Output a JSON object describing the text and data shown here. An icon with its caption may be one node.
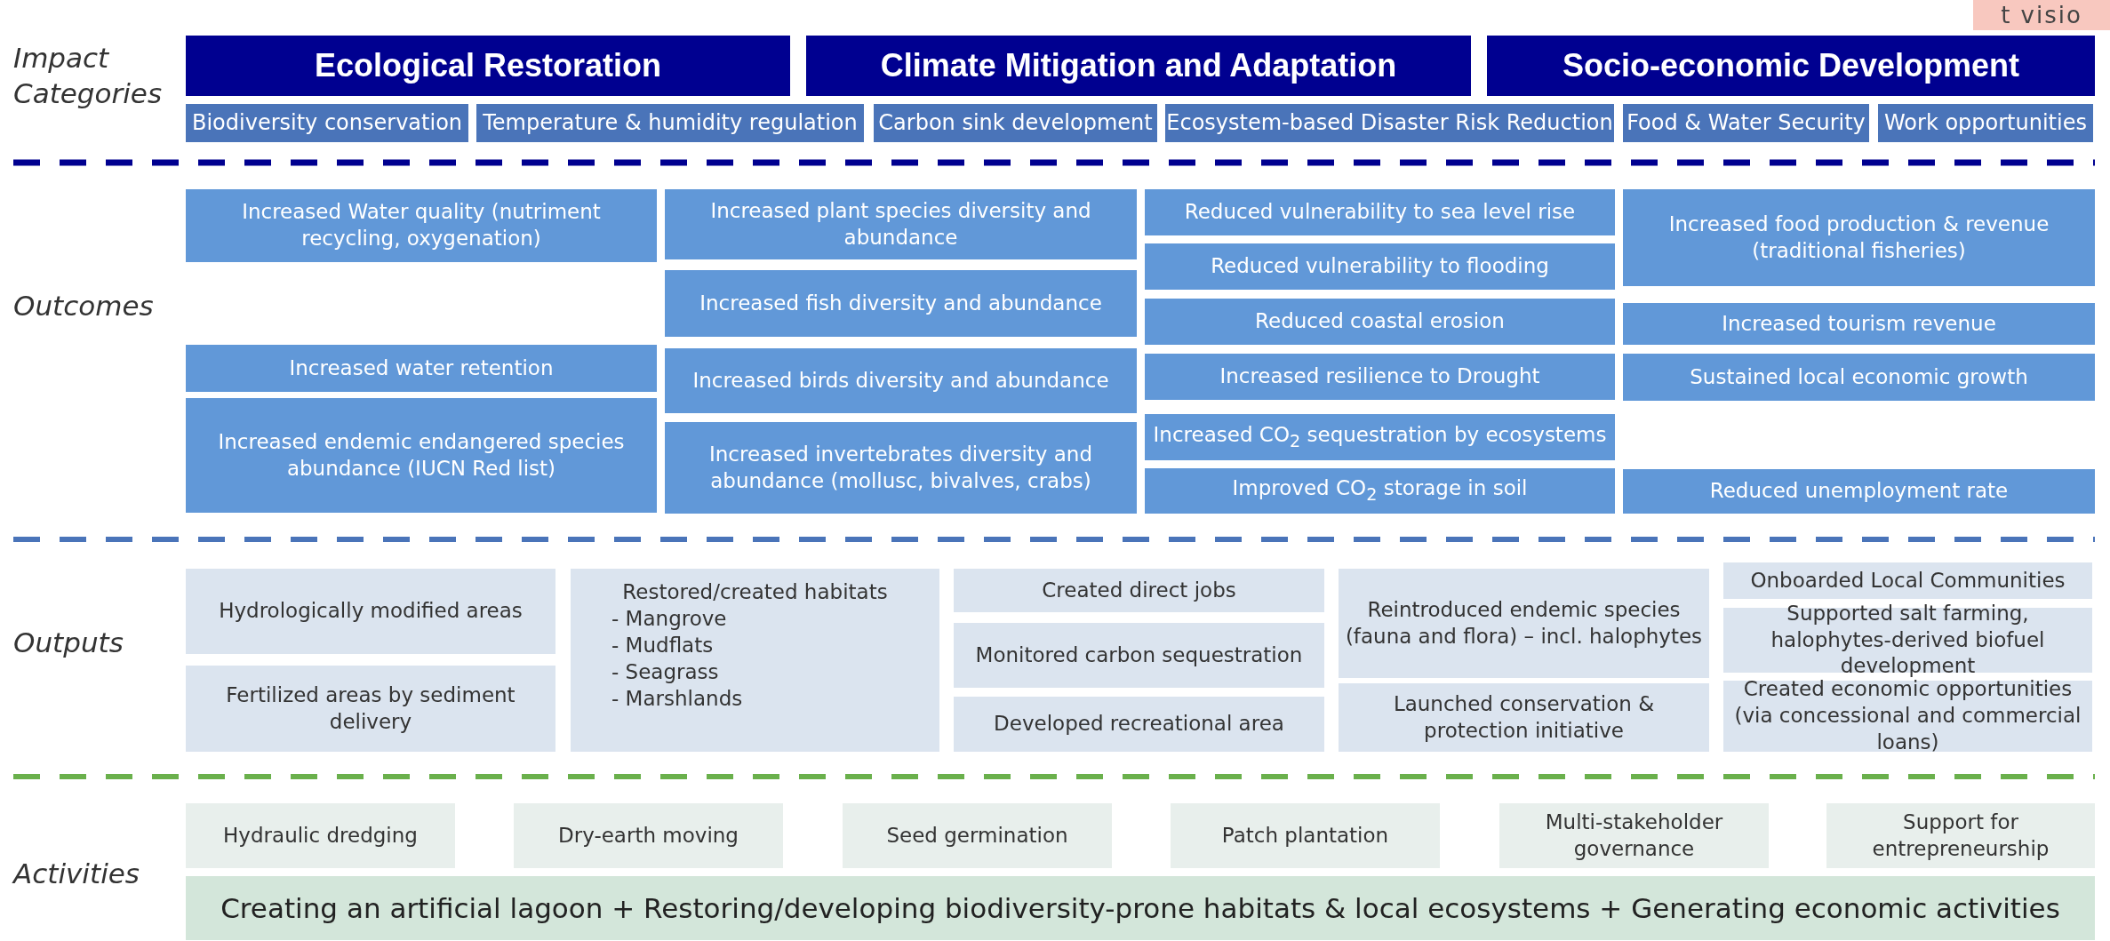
{
  "diagram": {
    "nodes": [
      {
        "text": [
          "Ecological Restoration"
        ]
      },
      {
        "text": [
          "Climate Mitigation and Adaptation"
        ]
      },
      {
        "text": [
          "Socio-economic Development"
        ]
      },
      {
        "text": [
          "Biodiversity conservation"
        ]
      },
      {
        "text": [
          "Temperature & humidity regulation"
        ]
      },
      {
        "text": [
          "Carbon sink development"
        ]
      },
      {
        "text": [
          "Ecosystem-based Disaster Risk Reduction"
        ]
      },
      {
        "text": [
          "Food & Water Security"
        ]
      },
      {
        "text": [
          "Work opportunities"
        ]
      },
      {
        "text": [
          "Increased Water quality (nutriment recycling, oxygenation)"
        ]
      },
      {
        "text": [
          "Increased water retention"
        ]
      },
      {
        "text": [
          "Increased endemic endangered species abundance (IUCN Red list)"
        ]
      },
      {
        "text": [
          "Increased plant species diversity and abundance"
        ]
      },
      {
        "text": [
          "Increased fish diversity and abundance"
        ]
      },
      {
        "text": [
          "Increased birds diversity and abundance"
        ]
      },
      {
        "text": [
          "Increased invertebrates diversity and abundance (mollusc, bivalves, crabs)"
        ]
      },
      {
        "text": [
          "Reduced vulnerability to sea level rise"
        ]
      },
      {
        "text": [
          "Reduced vulnerability to flooding"
        ]
      },
      {
        "text": [
          "Reduced coastal erosion"
        ]
      },
      {
        "text": [
          "Increased resilience to Drought"
        ]
      },
      {
        "text": [
          "Increased CO$_{2}$ sequestration by ecosystems"
        ]
      },
      {
        "text": [
          "Improved CO$_{2}$ storage in soil"
        ]
      },
      {
        "text": [
          "Increased food production & revenue (traditional fisheries)"
        ]
      },
      {
        "text": [
          "Increased tourism revenue"
        ]
      },
      {
        "text": [
          "Sustained local economic growth"
        ]
      },
      {
        "text": [
          "Reduced unemployment rate"
        ]
      },
      {
        "text": [
          "Hydrologically modified areas"
        ]
      },
      {
        "text": [
          "Fertilized areas by sediment delivery"
        ]
      },
      {
        "text": [
          "Restored/created habitats",
          "- Mangrove",
          "- Mudflats",
          "- Seagrass",
          "- Marshlands"
        ]
      },
      {
        "text": [
          "Created direct jobs"
        ]
      },
      {
        "text": [
          "Monitored carbon sequestration"
        ]
      },
      {
        "text": [
          "Developed recreational area"
        ]
      },
      {
        "text": [
          "Reintroduced endemic species (fauna and flora) – incl. halophytes"
        ]
      },
      {
        "text": [
          "Launched conservation & protection initiative"
        ]
      },
      {
        "text": [
          "Onboarded Local Communities"
        ]
      },
      {
        "text": [
          "Supported salt farming, halophytes-derived biofuel development"
        ]
      },
      {
        "text": [
          "Created economic opportunities (via concessional and commercial loans)"
        ]
      },
      {
        "text": [
          "Hydraulic dredging"
        ]
      },
      {
        "text": [
          "Dry-earth moving"
        ]
      },
      {
        "text": [
          "Seed germination"
        ]
      },
      {
        "text": [
          "Patch plantation"
        ]
      },
      {
        "text": [
          "Multi-stakeholder governance"
        ]
      },
      {
        "text": [
          "Support for entrepreneurship"
        ]
      },
      {
        "text": [
          "Creating an artificial lagoon + Restoring/developing biodiversity-prone habitats & local ecosystems + Generating economic activities"
        ]
      }
    ],
    "edges": [],
    "labels": [
      "Impact Categories",
      "Outcomes",
      "Outputs",
      "Activities",
      "t visio"
    ]
  }
}
